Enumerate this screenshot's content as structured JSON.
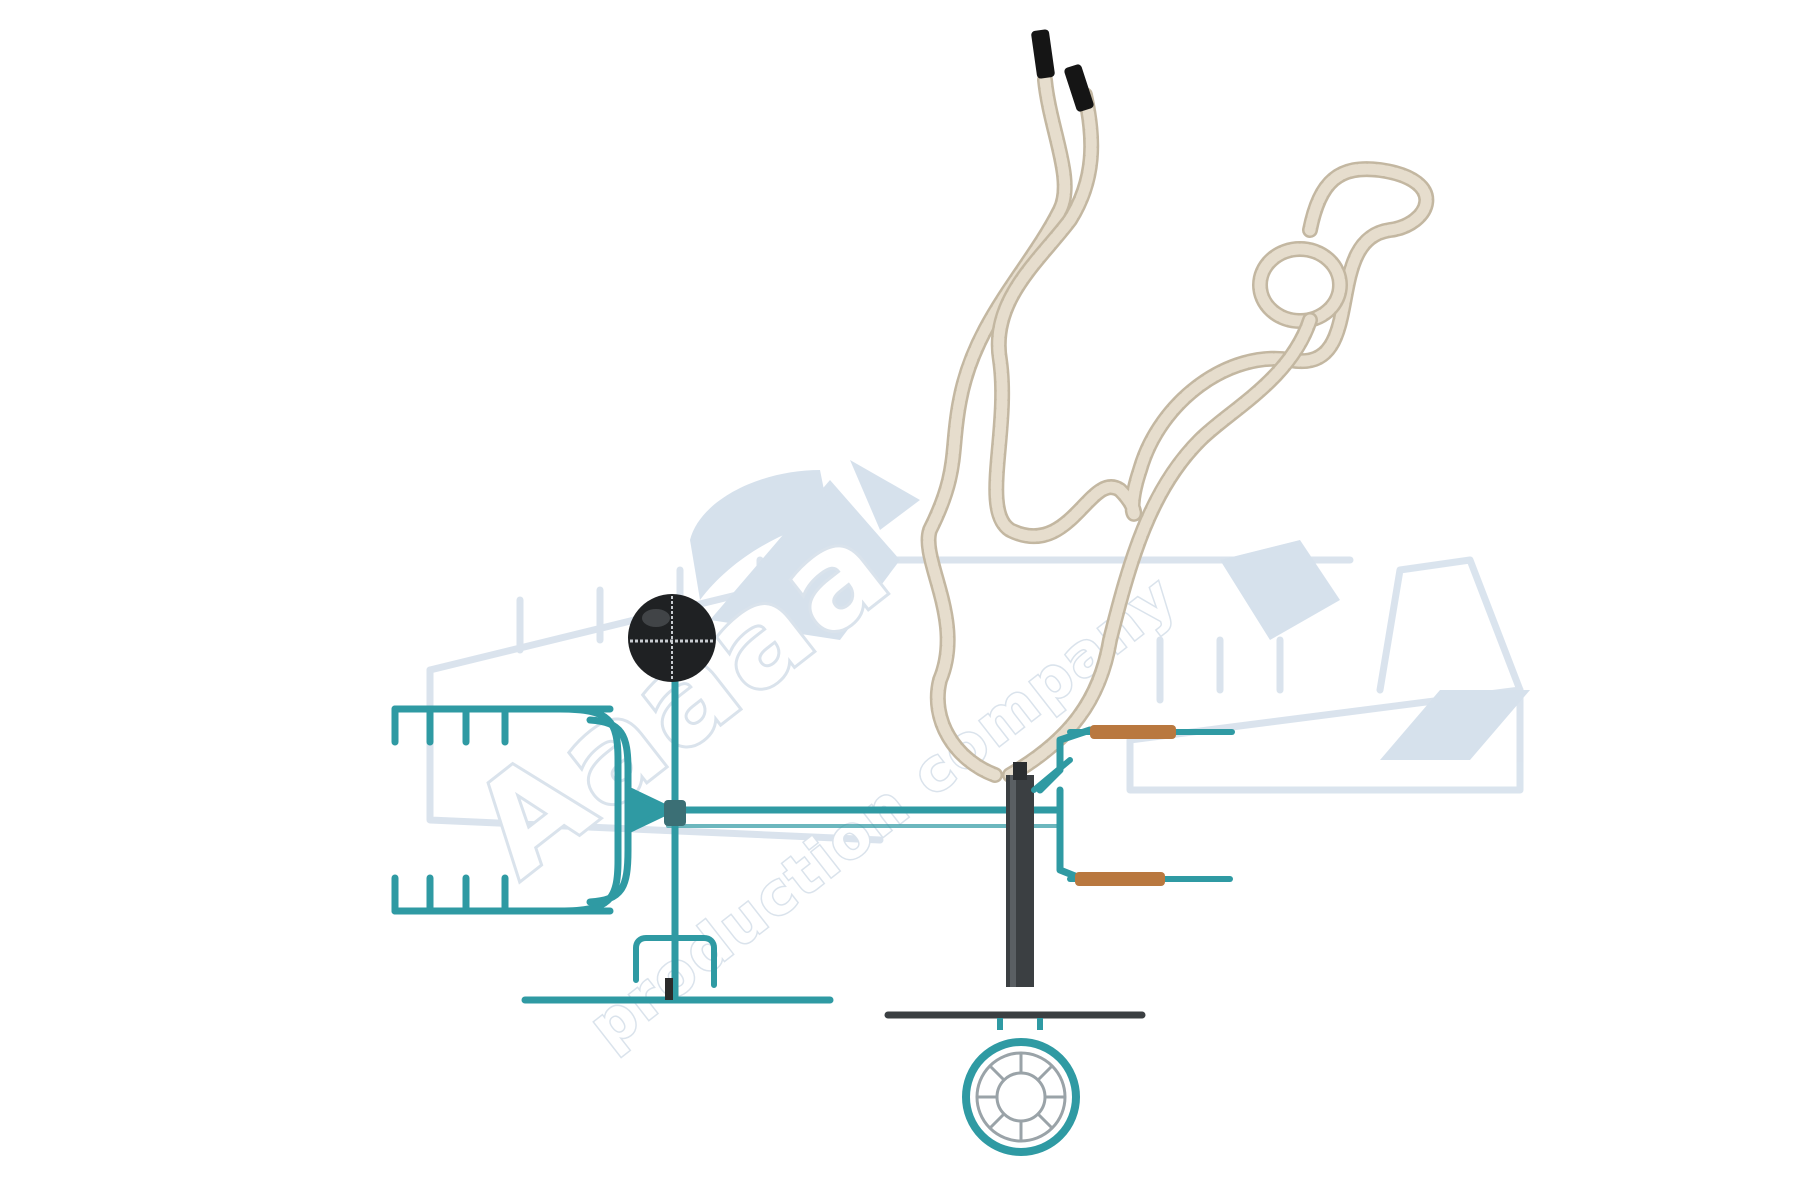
{
  "scene": {
    "subject": "playground-equipment-top-view",
    "background_color": "#ffffff"
  },
  "colors": {
    "frame_teal": "#2f9aa3",
    "frame_teal_dark": "#1f7880",
    "post_dark": "#3a3d40",
    "rope": "#e2d8c6",
    "rope_shadow": "#c6b9a3",
    "rope_end_cap": "#1a1a1a",
    "wood_handle": "#b9783f",
    "watermark": "#d6dfe9",
    "ball": "#202224",
    "hoop_net": "#9aa3a8"
  },
  "watermark": {
    "brand_text": "Aaaaa",
    "tagline_text": "production company"
  },
  "icons": {
    "ball": "black-ball-icon",
    "hoop": "basketball-hoop-icon",
    "rope": "climbing-rope-icon"
  }
}
